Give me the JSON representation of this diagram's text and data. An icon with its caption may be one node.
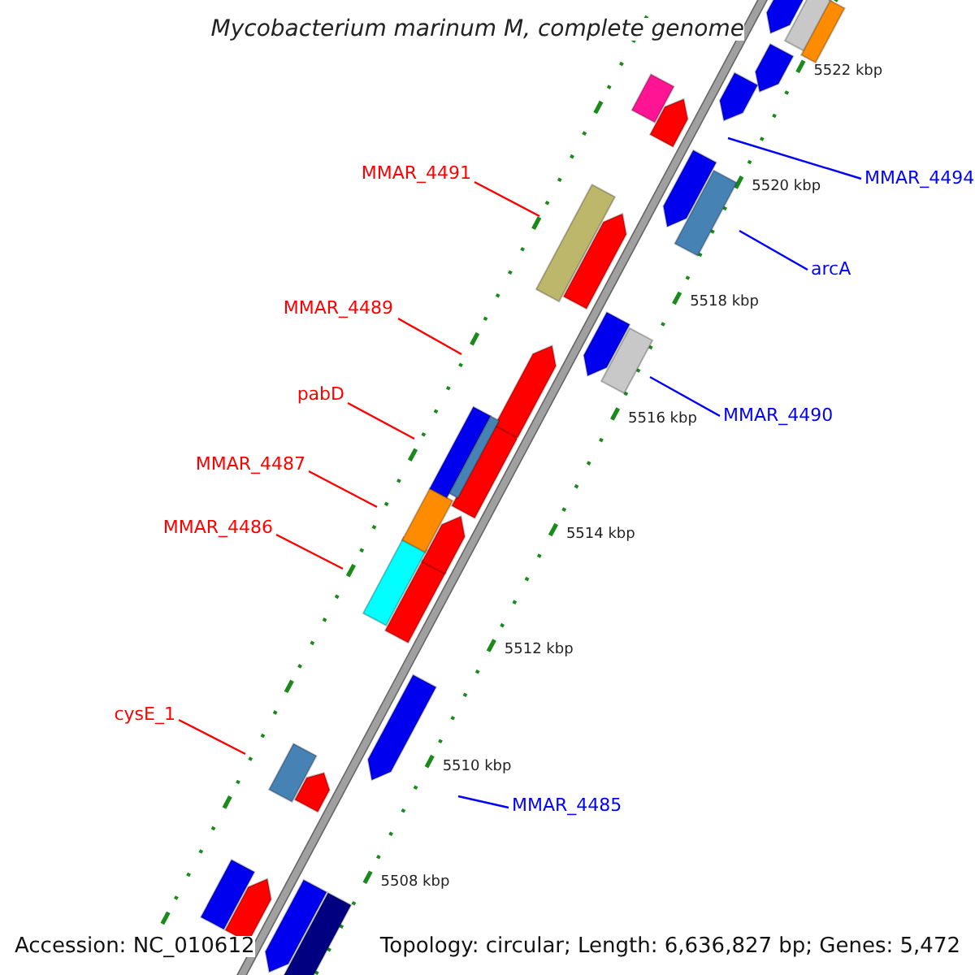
{
  "diagram": {
    "title": "Mycobacterium marinum M, complete genome",
    "nodes": [
      {
        "text": [
          "MMAR_4491"
        ]
      },
      {
        "text": [
          "MMAR_4494"
        ]
      },
      {
        "text": [
          "arcA"
        ]
      },
      {
        "text": [
          "MMAR_4489"
        ]
      },
      {
        "text": [
          "pabD"
        ]
      },
      {
        "text": [
          "MMAR_4490"
        ]
      },
      {
        "text": [
          "MMAR_4487"
        ]
      },
      {
        "text": [
          "MMAR_4486"
        ]
      },
      {
        "text": [
          "cysE_1"
        ]
      },
      {
        "text": [
          "MMAR_4485"
        ]
      }
    ],
    "edges": [
      {
        "from": 0,
        "to": null,
        "arrow": "none"
      },
      {
        "from": 1,
        "to": null,
        "arrow": "none",
        "color": "#0000ff"
      },
      {
        "from": 2,
        "to": null,
        "arrow": "none",
        "color": "#0000ff"
      },
      {
        "from": 3,
        "to": null,
        "arrow": "none"
      },
      {
        "from": 4,
        "to": null,
        "arrow": "none"
      },
      {
        "from": 5,
        "to": null,
        "arrow": "none",
        "color": "#0000ff"
      },
      {
        "from": 6,
        "to": null,
        "arrow": "none"
      },
      {
        "from": 7,
        "to": null,
        "arrow": "none"
      },
      {
        "from": 8,
        "to": null,
        "arrow": "none"
      },
      {
        "from": 9,
        "to": null,
        "arrow": "none",
        "color": "#0000ff"
      }
    ],
    "labels": [
      "5522 kbp",
      "5520 kbp",
      "5518 kbp",
      "5516 kbp",
      "5514 kbp",
      "5512 kbp",
      "5510 kbp",
      "5508 kbp",
      "Accession: NC_010612",
      "Topology: circular; Length: 6,636,827 bp; Genes: 5,472"
    ]
  }
}
